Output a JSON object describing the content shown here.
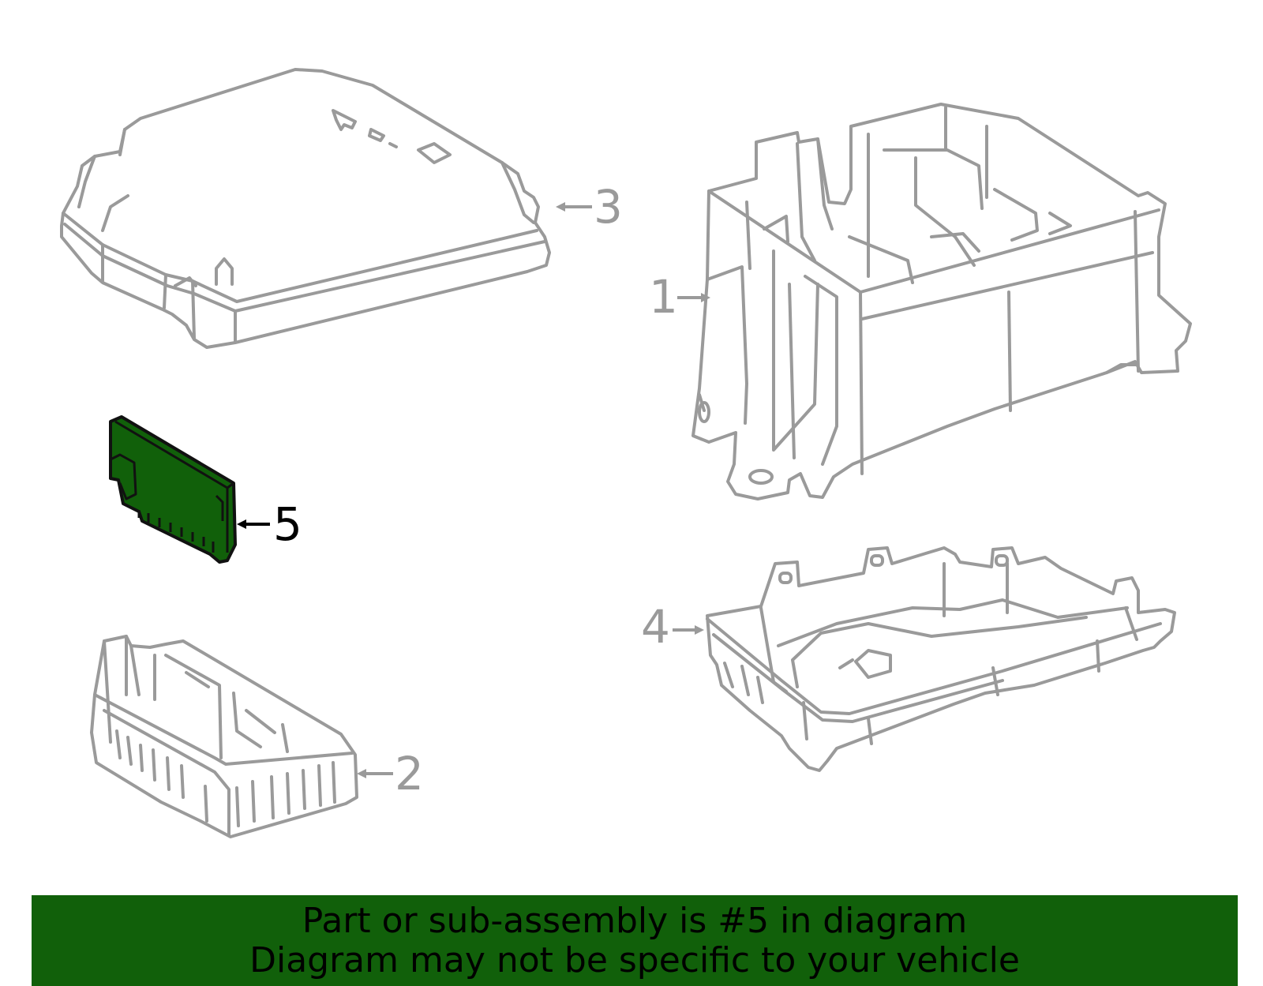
{
  "colors": {
    "highlight": "#11600a",
    "banner_background": "#11600a",
    "line_gray": "#9a9a9a",
    "highlight_outline": "#111111"
  },
  "callouts": [
    {
      "number": "1",
      "highlighted": false
    },
    {
      "number": "2",
      "highlighted": false
    },
    {
      "number": "3",
      "highlighted": false
    },
    {
      "number": "4",
      "highlighted": false
    },
    {
      "number": "5",
      "highlighted": true
    }
  ],
  "banner": {
    "line1": "Part or sub-assembly is #5 in diagram",
    "line2": "Diagram may not be specific to your vehicle"
  }
}
